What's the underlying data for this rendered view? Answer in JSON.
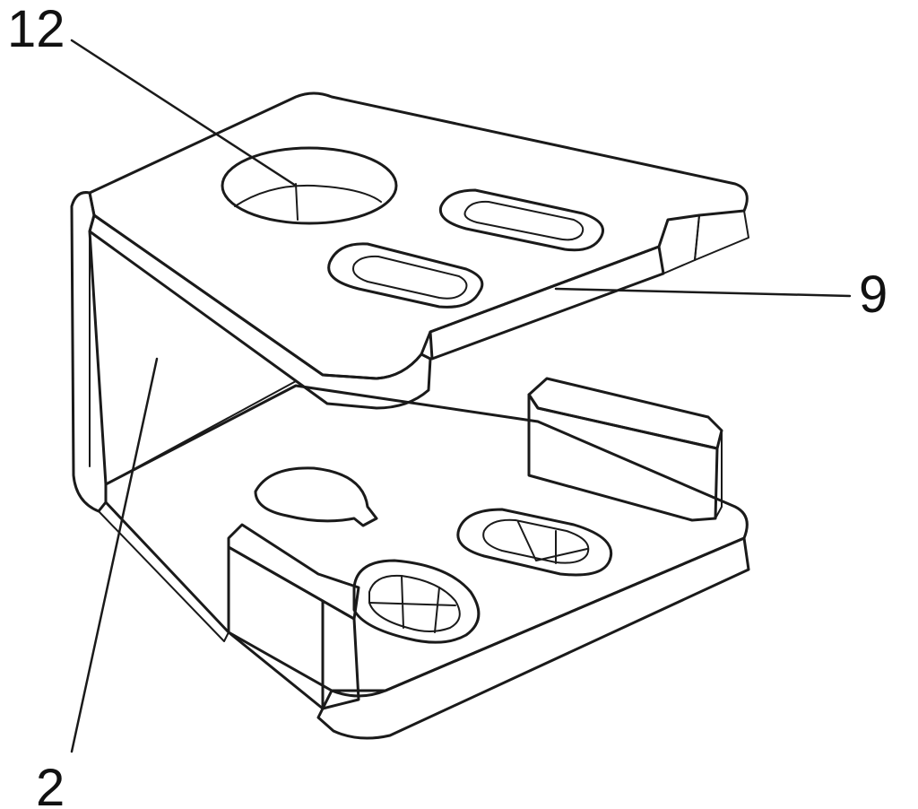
{
  "figure": {
    "labels": {
      "part_12": "12",
      "part_9": "9",
      "part_2": "2"
    },
    "colors": {
      "line": "#1a1a1a",
      "face_light": "#f2f2f2",
      "face_mid": "#d9d9d9",
      "face_dark": "#9a9a9a",
      "background": "#ffffff"
    }
  }
}
